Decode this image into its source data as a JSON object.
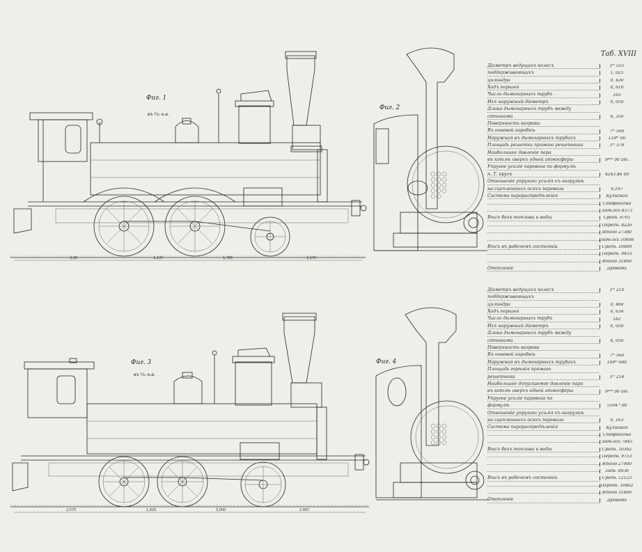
{
  "plate_label": "Таб. XVIII",
  "figures": {
    "fig1": {
      "label": "Фиг. 1",
      "scale": "въ ⅓₀ н.в."
    },
    "fig2": {
      "label": "Фиг. 2"
    },
    "fig3": {
      "label": "Фиг. 3",
      "scale": "въ ⅓₀ н.в."
    },
    "fig4": {
      "label": "Фиг. 4"
    }
  },
  "dimensions_top": [
    "2,96",
    "1,137",
    "1,785",
    "3,175"
  ],
  "dimensions_bottom": [
    "2,575",
    "1,420",
    "3,000",
    "2,467"
  ],
  "table_top": [
    {
      "label": "Діаметръ ведущихъ колесъ",
      "value": "1ᵐ 555"
    },
    {
      "label": "поддерживающихъ",
      "value": "1, 025"
    },
    {
      "label": "цилиндра",
      "value": "0, 430"
    },
    {
      "label": "Ходъ поршня",
      "value": "0, 610"
    },
    {
      "label": "Число дымогарныхъ трубъ",
      "value": "165"
    },
    {
      "label": "Ихъ наружный діаметръ",
      "value": "0, 050"
    },
    {
      "label": "Длина дымогарныхъ трубъ между",
      "value": ""
    },
    {
      "label": "стѣнками",
      "value": "4, 350"
    },
    {
      "label": "Поверхность нагрева:",
      "value": ""
    },
    {
      "label": "Въ огневой коробкѣ",
      "value": "7ᵐ 500"
    },
    {
      "label": "Наружная въ дымогарныхъ трубахъ",
      "value": "119ᵐ 00"
    },
    {
      "label": "Площадь решетки прямаго решетника",
      "value": "1ᵐ 378"
    },
    {
      "label": "Наибольшее давленіе пара",
      "value": ""
    },
    {
      "label": "въ котлѣ сверхъ одной атмосферы",
      "value": "9ᵃᵗᵐ 00 ат."
    },
    {
      "label": "Упругое усиліе паровоза по формулѣ",
      "value": ""
    },
    {
      "label": "п. Т. кругъ",
      "value": "4243,46 00"
    },
    {
      "label": "Отношеніе упругаго усилія къ нагрузкѣ",
      "value": ""
    },
    {
      "label": "на сцепленныхъ осяхъ паровоза",
      "value": "0,197"
    },
    {
      "label": "Система парораспредѣленія",
      "value": "Кулисная"
    },
    {
      "label": "",
      "value": "Стефенсона"
    },
    {
      "label": "",
      "value": "Задн.ось 8373"
    },
    {
      "label": "Вѣсъ безъ топлива и воды",
      "value": "Средн. 9701"
    },
    {
      "label": "",
      "value": "Передн. 8226"
    },
    {
      "label": "",
      "value": "Итого 27380"
    },
    {
      "label": "",
      "value": "Задн.ось 10608"
    },
    {
      "label": "Вѣсъ въ рабочемъ состояніи",
      "value": "Средн. 10909"
    },
    {
      "label": "",
      "value": "Передн. 9453"
    },
    {
      "label": "",
      "value": "Итого 31800"
    },
    {
      "label": "Отопленіе",
      "value": "Дровами"
    }
  ],
  "table_bottom": [
    {
      "label": "Діаметръ ведущихъ колесъ",
      "value": "1ᵐ 210"
    },
    {
      "label": "поддерживающихъ",
      "value": ""
    },
    {
      "label": "цилиндра",
      "value": "0, 460"
    },
    {
      "label": "Ходъ поршня",
      "value": "0, 634"
    },
    {
      "label": "Число дымогарныхъ трубъ",
      "value": "182"
    },
    {
      "label": "Ихъ наружный діаметръ",
      "value": "0, 050"
    },
    {
      "label": "Длина дымогарныхъ трубъ между",
      "value": ""
    },
    {
      "label": "стѣнками",
      "value": "4, 050"
    },
    {
      "label": "Поверхность нагрева",
      "value": ""
    },
    {
      "label": "Въ огневой коробкѣ",
      "value": "7ᵐ 560"
    },
    {
      "label": "Наружная въ дымогарныхъ трубахъ",
      "value": "109ᵐ 680"
    },
    {
      "label": "Площадь горѣнія прямаго",
      "value": ""
    },
    {
      "label": "решетника",
      "value": "1ᵐ 254"
    },
    {
      "label": "Наибольшее допускаемое давленіе пара",
      "value": ""
    },
    {
      "label": "въ котлѣ сверхъ одной атмосферы",
      "value": "9ᵃᵗᵐ 00 ат."
    },
    {
      "label": "Упругое усиліе паровоза по",
      "value": ""
    },
    {
      "label": "формулѣ",
      "value": "5194 ᵏ 00"
    },
    {
      "label": "Отношеніе упругаго усилія къ нагрузкѣ",
      "value": ""
    },
    {
      "label": "на сцепленныхъ осяхъ паровоза",
      "value": "0, 163"
    },
    {
      "label": "Система парораспредѣленія",
      "value": "Кулисная"
    },
    {
      "label": "",
      "value": "Стефенсона"
    },
    {
      "label": "",
      "value": "Задн.ось 7845"
    },
    {
      "label": "Вѣсъ безъ топлива и воды",
      "value": "Средн. 10302"
    },
    {
      "label": "",
      "value": "Передн. 9753"
    },
    {
      "label": "",
      "value": "Итого 27900"
    },
    {
      "label": "",
      "value": "Задн. 8936"
    },
    {
      "label": "Вѣсъ въ рабочемъ состояніи",
      "value": "Средн. 12125"
    },
    {
      "label": "",
      "value": "Передн. 10402"
    },
    {
      "label": "",
      "value": "Итого 31800"
    },
    {
      "label": "Отопленіе",
      "value": "Дровами"
    }
  ]
}
